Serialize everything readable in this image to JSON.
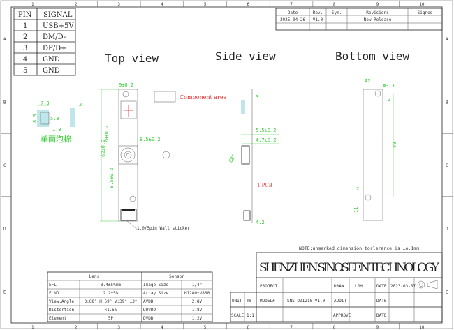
{
  "ruler": {
    "cols": [
      "1",
      "2",
      "3",
      "4",
      "5",
      "6",
      "7",
      "8",
      "9",
      "10"
    ],
    "rows": [
      "A",
      "B",
      "C",
      "D",
      "E"
    ]
  },
  "pin_table": {
    "headers": [
      "PIN",
      "SIGNAL"
    ],
    "rows": [
      [
        "1",
        "USB+5V"
      ],
      [
        "2",
        "DM/D-"
      ],
      [
        "3",
        "DP/D+"
      ],
      [
        "4",
        "GND"
      ],
      [
        "5",
        "GND"
      ]
    ]
  },
  "revision_table": {
    "headers": [
      "Date",
      "Rev.",
      "Sym.",
      "Revisions",
      "Signed"
    ],
    "rows": [
      [
        "2025 04 26",
        "V1.0",
        "",
        "New Release",
        ""
      ]
    ]
  },
  "views": {
    "top": "Top view",
    "side": "Side view",
    "bottom": "Bottom view"
  },
  "legend": {
    "component_area": "Component area"
  },
  "foam": {
    "label": "单面泡棉",
    "w": "7.3",
    "h": "8.3",
    "inner_h": "5.3",
    "inner_gap": "1.3",
    "thickness": "2"
  },
  "top_dims": {
    "width": "9±0.2",
    "length": "62±0.2",
    "lens_pos": "20±0.2",
    "lens_w": "8.5±0.2",
    "lens_from_bottom": "8.5±0.2",
    "connector": "1.0/5pin Wall sticker"
  },
  "side_dims": {
    "top": "3",
    "d1": "5.5±0.2",
    "d2": "4.7±0.2",
    "angle": "68°",
    "pcb": "1 PCB",
    "conn": "4.2"
  },
  "bottom_dims": {
    "hole1": "Φ2",
    "hole2": "Φ3.3",
    "edge": "2",
    "span": "49",
    "edge2": "2",
    "bottom": "11"
  },
  "note": "NOTE:unmarked dimension torlerance is ±o.1mm",
  "spec_table": {
    "headers": [
      "Lens",
      "Sensor"
    ],
    "rows": [
      [
        "EFL",
        "3.4±5%mm",
        "Image Size",
        "1/4\""
      ],
      [
        "F.NO",
        "2.2±5%",
        "Array Size",
        "H1280*V800"
      ],
      [
        "View.Angle",
        "D:68° H:59° V:39° ±3°",
        "AVDD",
        "2.8V"
      ],
      [
        "Distortion",
        "<1.5%",
        "DOVDD",
        "1.8V"
      ],
      [
        "Element",
        "5P",
        "DVDD",
        "1.2V"
      ]
    ]
  },
  "title_block": {
    "company": "SHENZHEN SINOSEEN TECHNOLOGY",
    "project_label": "PROJECT",
    "project": "",
    "model_label": "MODEL#",
    "model": "SNS-DZ1218-V1.0",
    "unit_label": "UNIT",
    "unit": "mm",
    "scale_label": "SCALE",
    "scale": "1:1",
    "draw_label": "DRAW",
    "draw": "LJH",
    "audit_label": "AUDIT",
    "approve_label": "APPROVE",
    "date_label": "DATE",
    "date": "2023-03-07"
  },
  "colors": {
    "dimension": "#33cc33",
    "annotation": "#e03030",
    "foam": "#bfe6ea"
  }
}
